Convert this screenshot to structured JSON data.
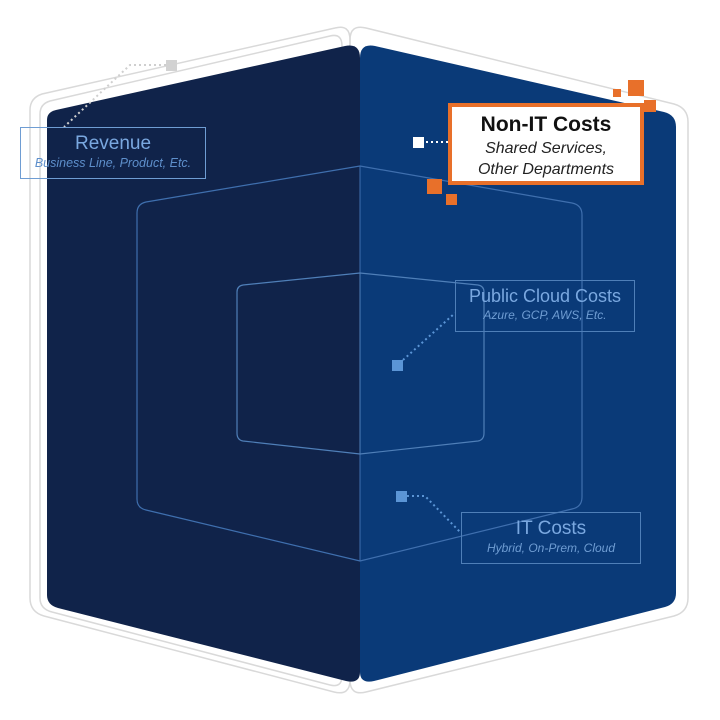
{
  "diagram": {
    "labels": {
      "revenue": {
        "title": "Revenue",
        "subtitle": "Business Line, Product, Etc."
      },
      "non_it_costs": {
        "title": "Non-IT Costs",
        "subtitle_line1": "Shared Services,",
        "subtitle_line2": "Other Departments"
      },
      "public_cloud_costs": {
        "title": "Public Cloud Costs",
        "subtitle": "Azure, GCP, AWS, Etc."
      },
      "it_costs": {
        "title": "IT Costs",
        "subtitle": "Hybrid, On-Prem, Cloud"
      }
    },
    "colors": {
      "left_face": "#10234a",
      "right_face": "#0a3a78",
      "inner_line": "#3f6fae",
      "outline": "#d9d9d9",
      "highlight": "#e8702a",
      "marker": "#5b95d6"
    }
  }
}
